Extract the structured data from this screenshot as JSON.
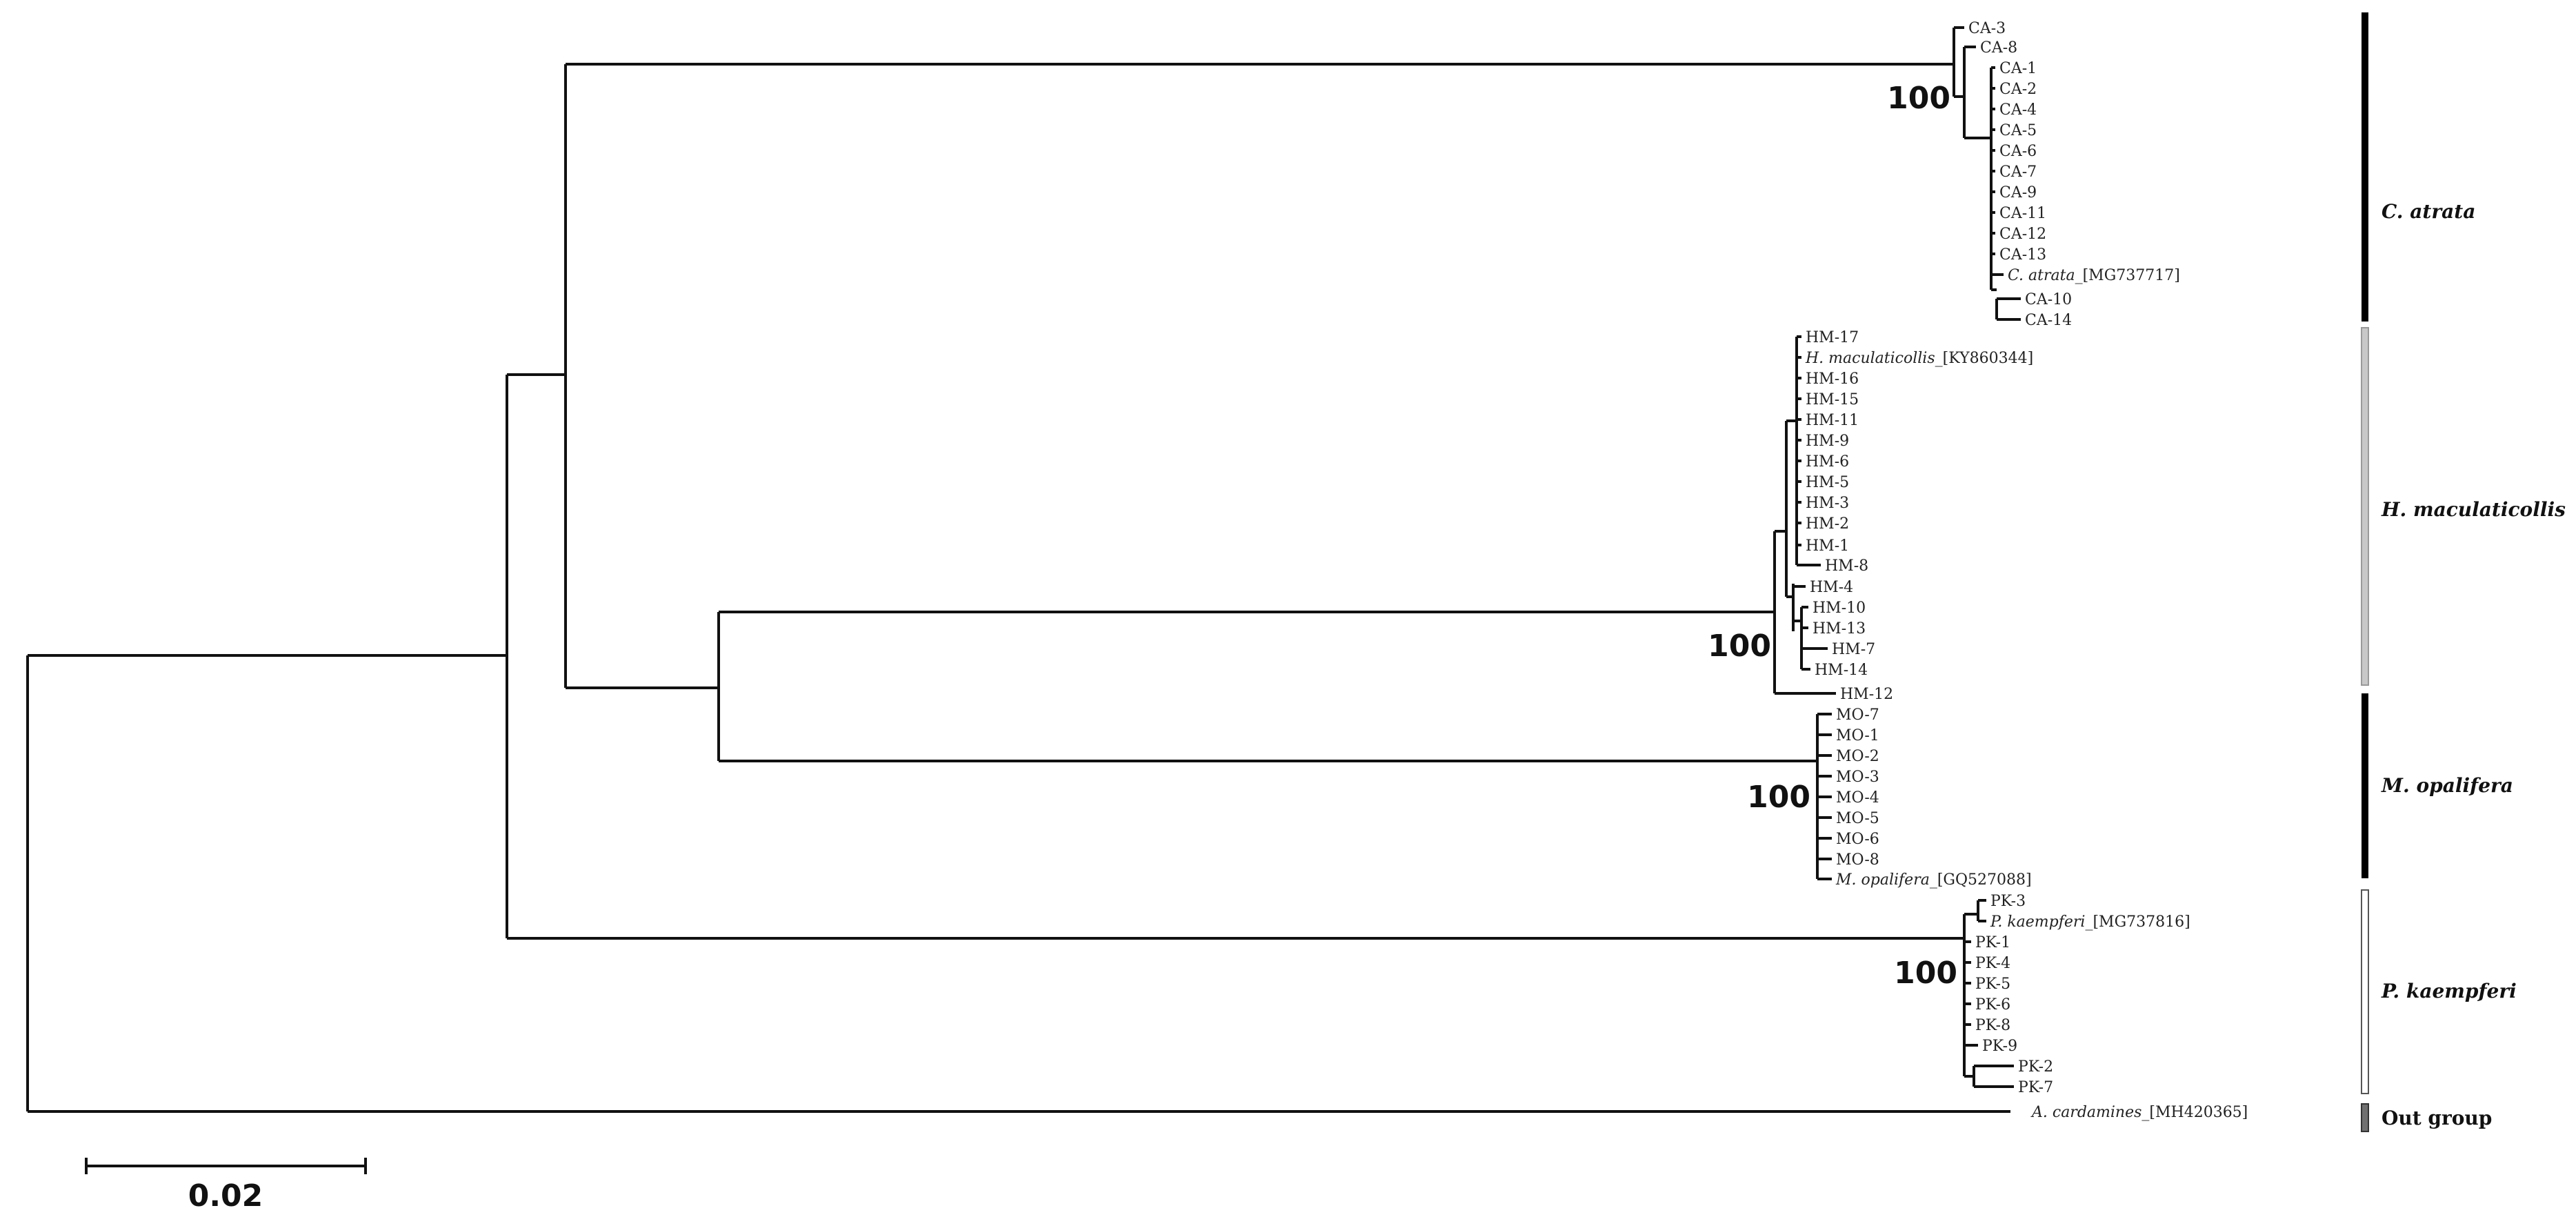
{
  "tips": {
    "CA-3": "CA-3",
    "CA-8": "CA-8",
    "CA-1": "CA-1",
    "CA-2": "CA-2",
    "CA-4": "CA-4",
    "CA-5": "CA-5",
    "CA-6": "CA-6",
    "CA-7": "CA-7",
    "CA-9": "CA-9",
    "CA-11": "CA-11",
    "CA-12": "CA-12",
    "CA-13": "CA-13",
    "CA-10": "CA-10",
    "CA-14": "CA-14",
    "C_atrata_ref_name": "C. atrata",
    "C_atrata_ref_acc": "_[MG737717]",
    "HM-17": "HM-17",
    "HM-16": "HM-16",
    "HM-15": "HM-15",
    "HM-11": "HM-11",
    "HM-9": "HM-9",
    "HM-6": "HM-6",
    "HM-5": "HM-5",
    "HM-3": "HM-3",
    "HM-2": "HM-2",
    "HM-1": "HM-1",
    "HM-8": "HM-8",
    "HM-4": "HM-4",
    "HM-10": "HM-10",
    "HM-13": "HM-13",
    "HM-7": "HM-7",
    "HM-14": "HM-14",
    "HM-12": "HM-12",
    "H_maculaticollis_ref_name": "H. maculaticollis",
    "H_maculaticollis_ref_acc": "_[KY860344]",
    "MO-7": "MO-7",
    "MO-1": "MO-1",
    "MO-2": "MO-2",
    "MO-3": "MO-3",
    "MO-4": "MO-4",
    "MO-5": "MO-5",
    "MO-6": "MO-6",
    "MO-8": "MO-8",
    "M_opalifera_ref_name": "M. opalifera",
    "M_opalifera_ref_acc": "_[GQ527088]",
    "PK-3": "PK-3",
    "PK-1": "PK-1",
    "PK-4": "PK-4",
    "PK-5": "PK-5",
    "PK-6": "PK-6",
    "PK-8": "PK-8",
    "PK-9": "PK-9",
    "PK-2": "PK-2",
    "PK-7": "PK-7",
    "P_kaempferi_ref_name": "P. kaempferi",
    "P_kaempferi_ref_acc": "_[MG737816]",
    "A_cardamines_ref_name": "A. cardamines",
    "A_cardamines_ref_acc": "_[MH420365]"
  },
  "bootstrap": {
    "c_atrata": "100",
    "h_maculaticollis": "100",
    "m_opalifera": "100",
    "p_kaempferi": "100"
  },
  "clades": {
    "c_atrata": {
      "label": "C. atrata",
      "color": "#000000"
    },
    "h_maculaticollis": {
      "label": "H. maculaticollis",
      "color": "#c8c8c8"
    },
    "m_opalifera": {
      "label": "M. opalifera",
      "color": "#000000"
    },
    "p_kaempferi": {
      "label": "P. kaempferi",
      "color": "#ffffff"
    },
    "outgroup": {
      "label": "Out group",
      "color": "#707070"
    }
  },
  "scale_bar": {
    "label": "0.02"
  }
}
